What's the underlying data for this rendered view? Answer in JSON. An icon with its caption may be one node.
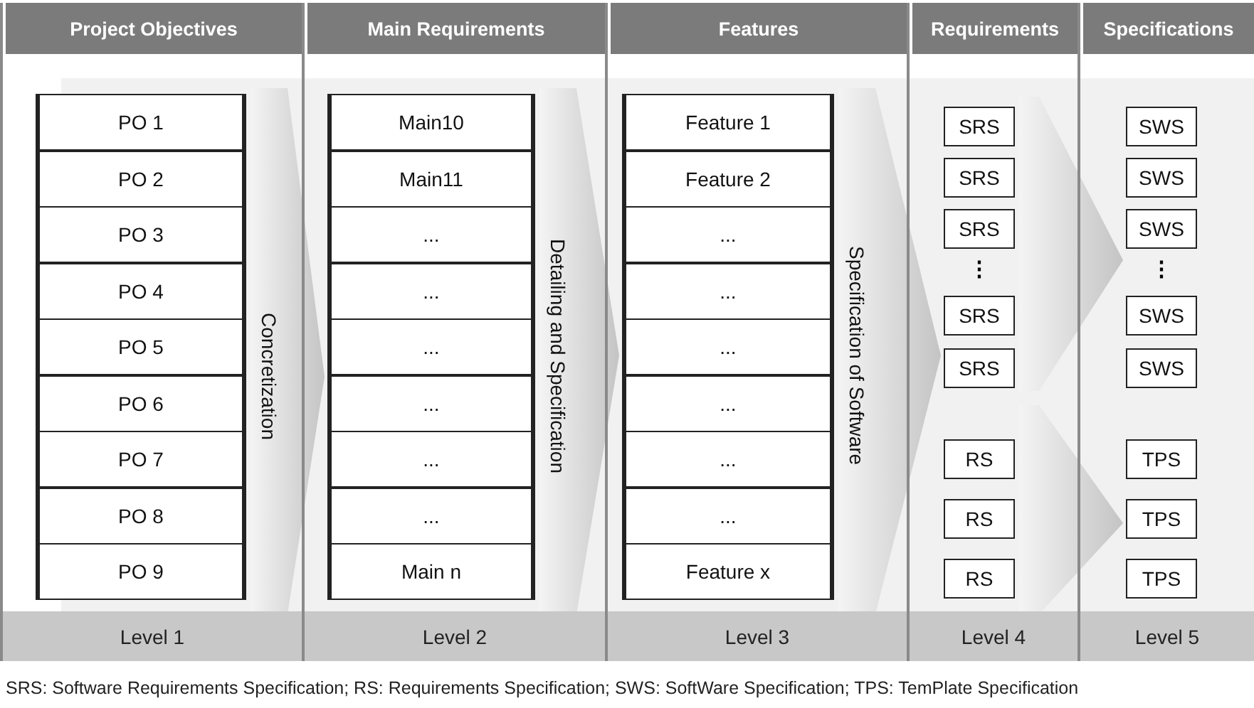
{
  "diagram": {
    "caption": "SRS: Software Requirements Specification; RS: Requirements Specification; SWS: SoftWare Specification; TPS: TemPlate Specification",
    "nodes": [
      {
        "text": [
          "Project Objectives",
          "Level 1"
        ]
      },
      {
        "text": [
          "PO 1"
        ],
        "in": 0
      },
      {
        "text": [
          "PO 2"
        ],
        "in": 0
      },
      {
        "text": [
          "PO 3"
        ],
        "in": 0
      },
      {
        "text": [
          "PO 4"
        ],
        "in": 0
      },
      {
        "text": [
          "PO 5"
        ],
        "in": 0
      },
      {
        "text": [
          "PO 6"
        ],
        "in": 0
      },
      {
        "text": [
          "PO 7"
        ],
        "in": 0
      },
      {
        "text": [
          "PO 8"
        ],
        "in": 0
      },
      {
        "text": [
          "PO 9"
        ],
        "in": 0
      },
      {
        "text": [
          "Main Requirements",
          "Level 2"
        ]
      },
      {
        "text": [
          "Main10"
        ],
        "in": 10
      },
      {
        "text": [
          "Main11"
        ],
        "in": 10
      },
      {
        "text": [
          "..."
        ],
        "in": 10
      },
      {
        "text": [
          "..."
        ],
        "in": 10
      },
      {
        "text": [
          "..."
        ],
        "in": 10
      },
      {
        "text": [
          "..."
        ],
        "in": 10
      },
      {
        "text": [
          "..."
        ],
        "in": 10
      },
      {
        "text": [
          "..."
        ],
        "in": 10
      },
      {
        "text": [
          "Main n"
        ],
        "in": 10
      },
      {
        "text": [
          "Features",
          "Level 3"
        ]
      },
      {
        "text": [
          "Feature 1"
        ],
        "in": 20
      },
      {
        "text": [
          "Feature 2"
        ],
        "in": 20
      },
      {
        "text": [
          "..."
        ],
        "in": 20
      },
      {
        "text": [
          "..."
        ],
        "in": 20
      },
      {
        "text": [
          "..."
        ],
        "in": 20
      },
      {
        "text": [
          "..."
        ],
        "in": 20
      },
      {
        "text": [
          "..."
        ],
        "in": 20
      },
      {
        "text": [
          "..."
        ],
        "in": 20
      },
      {
        "text": [
          "Feature x"
        ],
        "in": 20
      },
      {
        "text": [
          "Requirements",
          "Level 4"
        ]
      },
      {
        "text": [
          "SRS"
        ],
        "in": 30
      },
      {
        "text": [
          "SRS"
        ],
        "in": 30
      },
      {
        "text": [
          "SRS"
        ],
        "in": 30
      },
      {
        "text": [
          "SRS"
        ],
        "in": 30
      },
      {
        "text": [
          "SRS"
        ],
        "in": 30
      },
      {
        "text": [
          "RS"
        ],
        "in": 30
      },
      {
        "text": [
          "RS"
        ],
        "in": 30
      },
      {
        "text": [
          "RS"
        ],
        "in": 30
      },
      {
        "text": [
          "Specifications",
          "Level 5"
        ]
      },
      {
        "text": [
          "SWS"
        ],
        "in": 39
      },
      {
        "text": [
          "SWS"
        ],
        "in": 39
      },
      {
        "text": [
          "SWS"
        ],
        "in": 39
      },
      {
        "text": [
          "SWS"
        ],
        "in": 39
      },
      {
        "text": [
          "SWS"
        ],
        "in": 39
      },
      {
        "text": [
          "TPS"
        ],
        "in": 39
      },
      {
        "text": [
          "TPS"
        ],
        "in": 39
      },
      {
        "text": [
          "TPS"
        ],
        "in": 39
      }
    ],
    "edges": [
      {
        "from": 0,
        "to": 10,
        "arrow": "to",
        "label": "Concretization"
      },
      {
        "from": 10,
        "to": 20,
        "arrow": "to",
        "label": "Detailing and Specification"
      },
      {
        "from": 20,
        "to": 30,
        "arrow": "to",
        "label": "Specification of Software"
      },
      {
        "from": 30,
        "to": 39,
        "arrow": "to"
      },
      {
        "from": 30,
        "to": 39,
        "arrow": "to"
      }
    ],
    "labels": [
      "⋮",
      "⋮"
    ]
  }
}
